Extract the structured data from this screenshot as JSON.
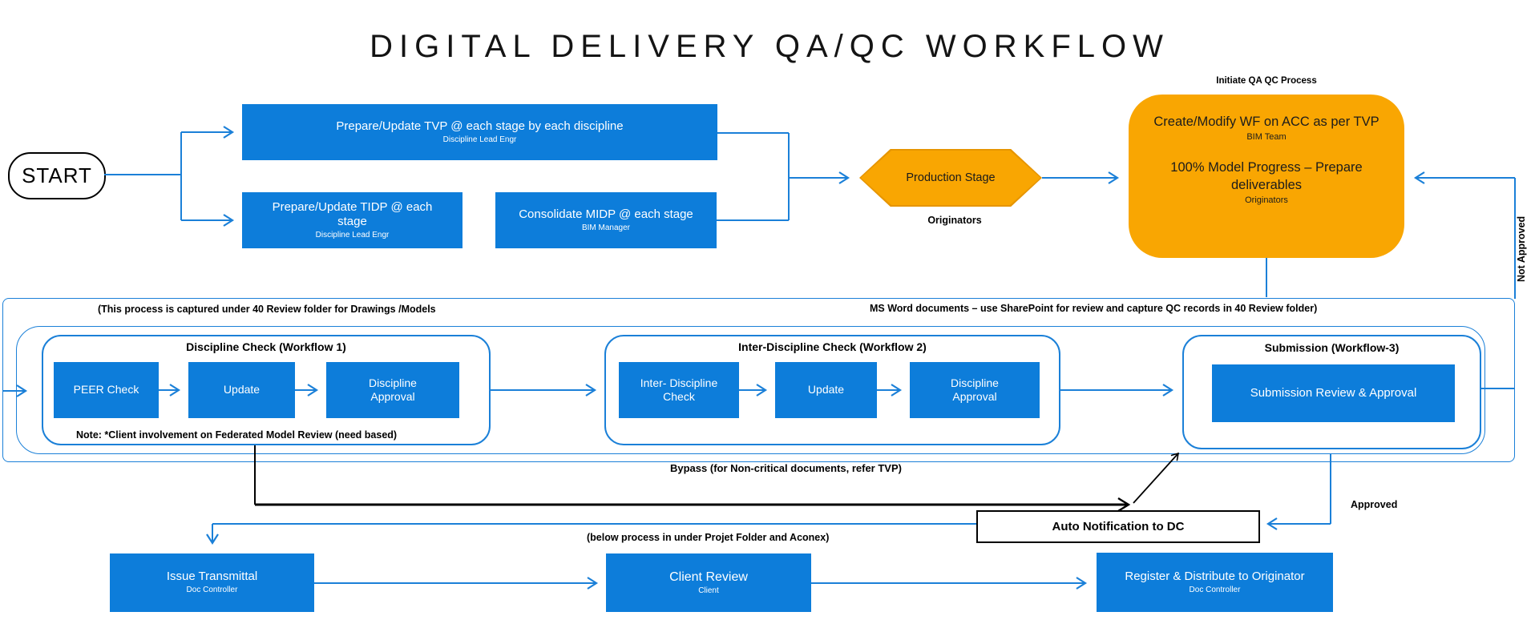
{
  "title": "DIGITAL DELIVERY QA/QC WORKFLOW",
  "colors": {
    "process_blue": "#0d7dda",
    "connector_blue": "#1b80d8",
    "stage_orange": "#F9A602",
    "stage_orange_border": "#e69500",
    "text_black": "#000000"
  },
  "start": {
    "label": "START"
  },
  "planning": {
    "tvp": {
      "label": "Prepare/Update TVP @ each stage by each discipline",
      "role": "Discipline Lead Engr"
    },
    "tidp": {
      "label": "Prepare/Update TIDP @ each stage",
      "role": "Discipline Lead Engr"
    },
    "midp": {
      "label": "Consolidate MIDP @ each stage",
      "role": "BIM Manager"
    }
  },
  "production_stage": {
    "label": "Production Stage",
    "role": "Originators"
  },
  "qaqc_block": {
    "caption": "Initiate QA QC Process",
    "line1": "Create/Modify WF on ACC as per TVP",
    "role1": "BIM Team",
    "line2": "100% Model Progress – Prepare deliverables",
    "role2": "Originators"
  },
  "notes": {
    "left": "(This process is captured under 40 Review folder for Drawings /Models",
    "right": "MS Word documents – use SharePoint for review and capture QC records in 40 Review folder)",
    "workflow1_note": "Note: *Client involvement on Federated Model Review (need based)",
    "bypass": "Bypass (for Non-critical documents, refer TVP)",
    "below_process": "(below process in under Projet Folder and Aconex)"
  },
  "labels": {
    "approved": "Approved",
    "not_approved": "Not Approved",
    "auto_notification": "Auto Notification to DC"
  },
  "workflow1": {
    "title": "Discipline Check (Workflow 1)",
    "steps": [
      "PEER Check",
      "Update",
      "Discipline Approval"
    ]
  },
  "workflow2": {
    "title": "Inter-Discipline Check (Workflow 2)",
    "steps": [
      "Inter- Discipline Check",
      "Update",
      "Discipline Approval"
    ]
  },
  "workflow3": {
    "title": "Submission (Workflow-3)",
    "step": "Submission Review & Approval"
  },
  "delivery": {
    "issue": {
      "label": "Issue Transmittal",
      "role": "Doc Controller"
    },
    "client": {
      "label": "Client Review",
      "role": "Client"
    },
    "register": {
      "label": "Register & Distribute to Originator",
      "role": "Doc Controller"
    }
  }
}
